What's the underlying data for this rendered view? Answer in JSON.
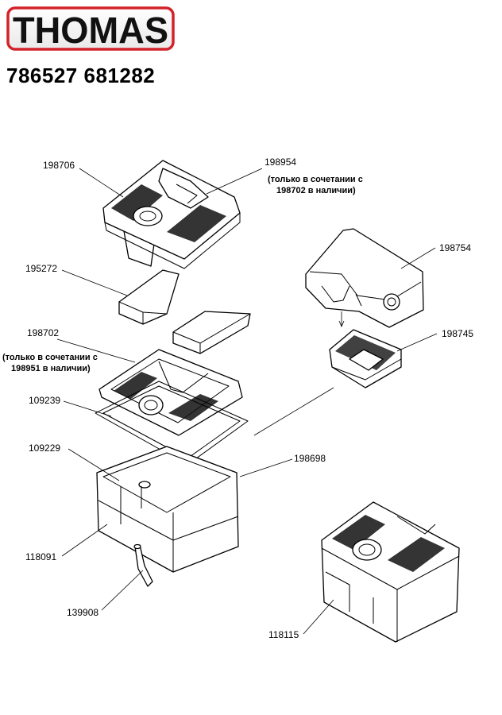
{
  "brand": {
    "logo_text": "THOMAS",
    "color": "#d2232a"
  },
  "model_numbers": "786527 681282",
  "parts": [
    {
      "id": "198706"
    },
    {
      "id": "198954",
      "note": [
        "(только в сочетании с",
        "198702 в наличии)"
      ]
    },
    {
      "id": "195272"
    },
    {
      "id": "198754"
    },
    {
      "id": "198745"
    },
    {
      "id": "198702",
      "note": [
        "(только в сочетании с",
        "198951 в наличии)"
      ]
    },
    {
      "id": "109239"
    },
    {
      "id": "109229"
    },
    {
      "id": "198698"
    },
    {
      "id": "118091"
    },
    {
      "id": "139908"
    },
    {
      "id": "118115"
    }
  ]
}
